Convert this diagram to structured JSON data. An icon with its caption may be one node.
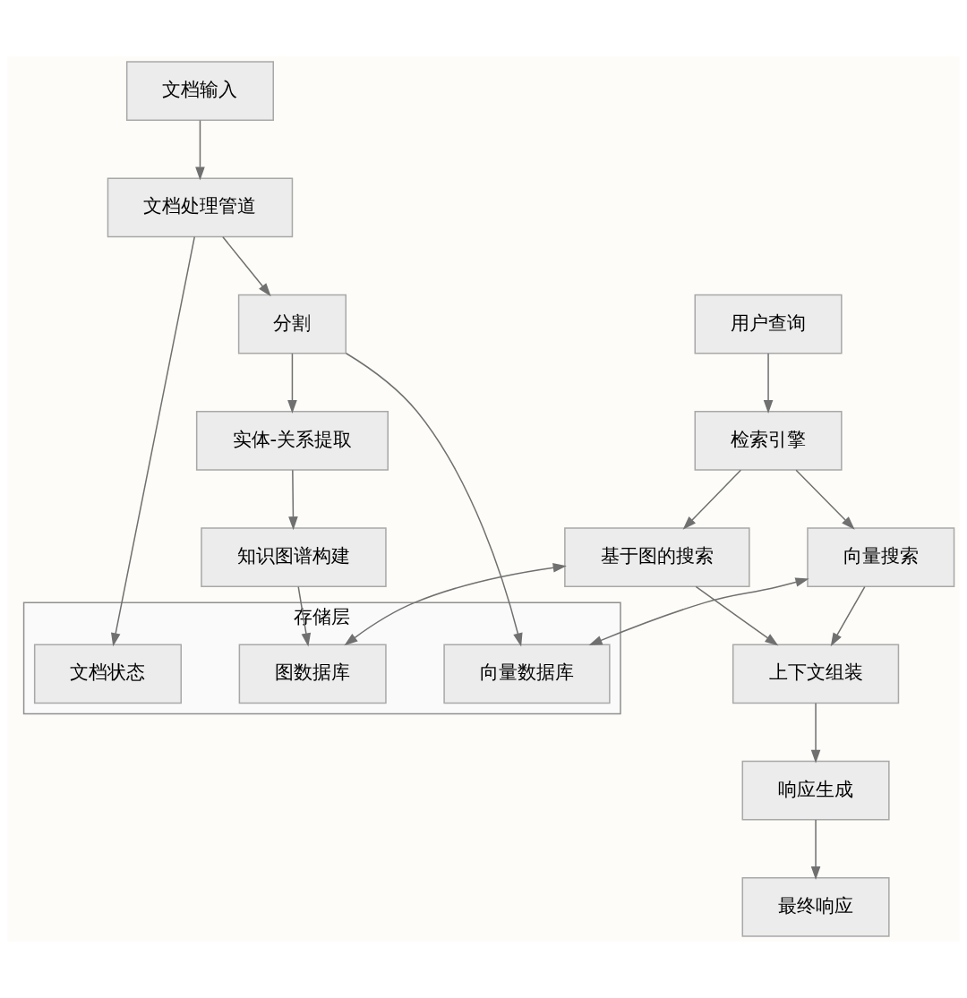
{
  "diagram": {
    "nodes": [
      {
        "text": [
          "文档输入"
        ]
      },
      {
        "text": [
          "文档处理管道"
        ]
      },
      {
        "text": [
          "分割"
        ]
      },
      {
        "text": [
          "用户查询"
        ]
      },
      {
        "text": [
          "实体-关系提取"
        ]
      },
      {
        "text": [
          "检索引擎"
        ]
      },
      {
        "text": [
          "知识图谱构建"
        ]
      },
      {
        "text": [
          "向量搜索"
        ]
      },
      {
        "text": [
          "基于图的搜索"
        ]
      },
      {
        "text": [
          "存储层"
        ]
      },
      {
        "text": [
          "向量数据库"
        ],
        "in": 9
      },
      {
        "text": [
          "图数据库"
        ],
        "in": 9
      },
      {
        "text": [
          "文档状态"
        ],
        "in": 9
      },
      {
        "text": [
          "上下文组装"
        ]
      },
      {
        "text": [
          "响应生成"
        ]
      },
      {
        "text": [
          "最终响应"
        ]
      }
    ],
    "edges": [
      {
        "from": 0,
        "to": 1,
        "arrow": "to"
      },
      {
        "from": 1,
        "to": 2,
        "arrow": "to"
      },
      {
        "from": 1,
        "to": 12,
        "arrow": "to"
      },
      {
        "from": 2,
        "to": 10,
        "arrow": "to"
      },
      {
        "from": 2,
        "to": 4,
        "arrow": "to"
      },
      {
        "from": 4,
        "to": 6,
        "arrow": "to"
      },
      {
        "from": 6,
        "to": 11,
        "arrow": "to"
      },
      {
        "from": 3,
        "to": 5,
        "arrow": "to"
      },
      {
        "from": 5,
        "to": 7,
        "arrow": "to"
      },
      {
        "from": 5,
        "to": 8,
        "arrow": "to"
      },
      {
        "from": 7,
        "to": 10,
        "arrow": "both"
      },
      {
        "from": 8,
        "to": 11,
        "arrow": "both"
      },
      {
        "from": 7,
        "to": 13,
        "arrow": "to"
      },
      {
        "from": 8,
        "to": 13,
        "arrow": "to"
      },
      {
        "from": 13,
        "to": 14,
        "arrow": "to"
      },
      {
        "from": 14,
        "to": 15,
        "arrow": "to"
      }
    ]
  }
}
